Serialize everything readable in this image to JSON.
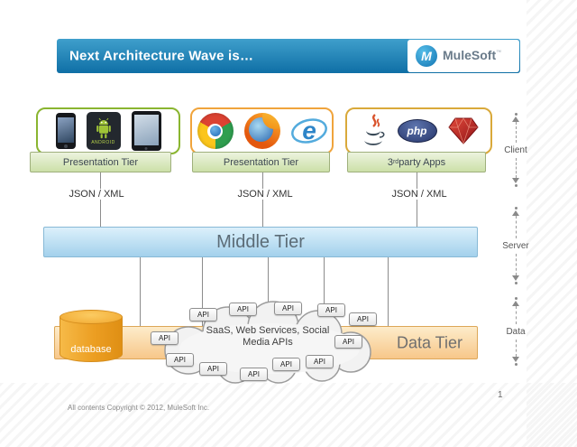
{
  "header": {
    "title": "Next Architecture Wave is…",
    "logo_mark": "M",
    "logo_text": "MuleSoft",
    "logo_tm": "™"
  },
  "groups": [
    {
      "label": "Presentation Tier",
      "connector_label": "JSON / XML"
    },
    {
      "label": "Presentation Tier",
      "connector_label": "JSON / XML"
    },
    {
      "label_prefix": "3",
      "label_sup": "rd",
      "label_suffix": " party Apps",
      "connector_label": "JSON / XML"
    }
  ],
  "middle_tier": {
    "label": "Middle Tier"
  },
  "data_tier": {
    "label": "Data Tier",
    "database_label": "database",
    "cloud_line1": "SaaS, Web Services, Social",
    "cloud_line2": "Media APIs",
    "api_label": "API"
  },
  "side_labels": {
    "client": "Client",
    "server": "Server",
    "data": "Data"
  },
  "icons": {
    "php_label": "php",
    "android_label": "ANDROID",
    "ie_glyph": "e"
  },
  "footer": {
    "copyright": "All contents Copyright © 2012, MuleSoft Inc.",
    "page": "1"
  },
  "colors": {
    "header_blue": "#1a7fb5",
    "middle_tier_blue": "#b9ddf1",
    "data_tier_orange": "#f9d3a0",
    "tier_label_green": "#d9e7bd",
    "group1_border": "#8ab530",
    "group2_border": "#f0a43c",
    "group3_border": "#d9a93a",
    "database_orange": "#efa52a"
  }
}
